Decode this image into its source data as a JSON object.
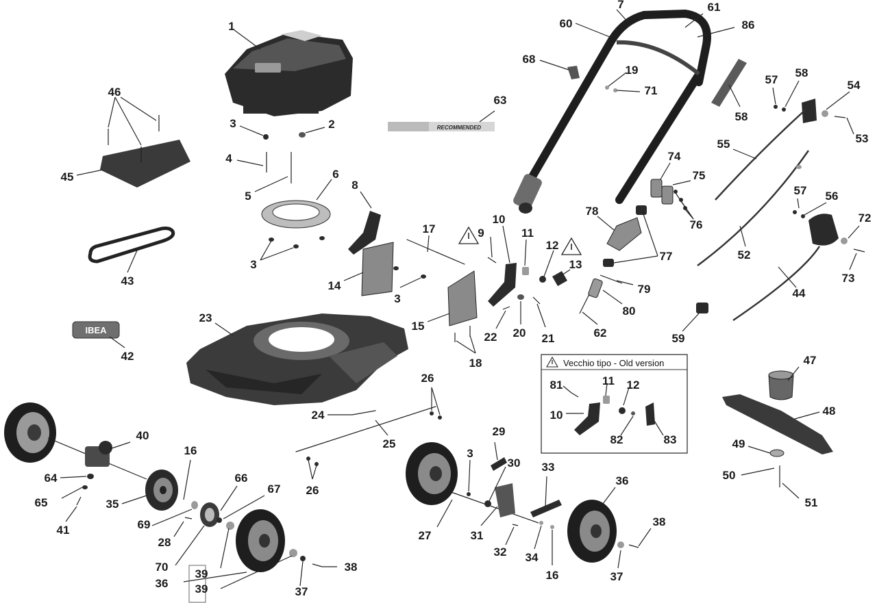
{
  "inset": {
    "title": "Vecchio tipo - Old version"
  },
  "decals": {
    "recommended": "RECOMMENDED",
    "brand": "IBEA"
  },
  "warning_icon": "warning-triangle-icon",
  "callouts": {
    "c1": "1",
    "c2": "2",
    "c3a": "3",
    "c3b": "3",
    "c3c": "3",
    "c3d": "3",
    "c4": "4",
    "c5": "5",
    "c6": "6",
    "c7": "7",
    "c8": "8",
    "c9": "9",
    "c10": "10",
    "c11": "11",
    "c12": "12",
    "c13": "13",
    "c14": "14",
    "c15": "15",
    "c16a": "16",
    "c16b": "16",
    "c17": "17",
    "c18": "18",
    "c19": "19",
    "c20": "20",
    "c21": "21",
    "c22": "22",
    "c23": "23",
    "c24": "24",
    "c25": "25",
    "c26a": "26",
    "c26b": "26",
    "c27": "27",
    "c28": "28",
    "c29": "29",
    "c30": "30",
    "c31": "31",
    "c32": "32",
    "c33": "33",
    "c34": "34",
    "c35": "35",
    "c36a": "36",
    "c36b": "36",
    "c37a": "37",
    "c37b": "37",
    "c38a": "38",
    "c38b": "38",
    "c39a": "39",
    "c39b": "39",
    "c40": "40",
    "c41": "41",
    "c42": "42",
    "c43": "43",
    "c44": "44",
    "c45": "45",
    "c46": "46",
    "c47": "47",
    "c48": "48",
    "c49": "49",
    "c50": "50",
    "c51": "51",
    "c52": "52",
    "c53": "53",
    "c54": "54",
    "c55": "55",
    "c56": "56",
    "c57a": "57",
    "c57b": "57",
    "c58a": "58",
    "c58b": "58",
    "c59": "59",
    "c60": "60",
    "c61": "61",
    "c62": "62",
    "c63": "63",
    "c64": "64",
    "c65": "65",
    "c66": "66",
    "c67": "67",
    "c68": "68",
    "c69": "69",
    "c70": "70",
    "c71": "71",
    "c72": "72",
    "c73": "73",
    "c74": "74",
    "c75": "75",
    "c76": "76",
    "c77": "77",
    "c78": "78",
    "c79": "79",
    "c80": "80",
    "c81": "81",
    "c82": "82",
    "c83": "83",
    "c86": "86",
    "i10": "10",
    "i11": "11",
    "i12": "12"
  }
}
